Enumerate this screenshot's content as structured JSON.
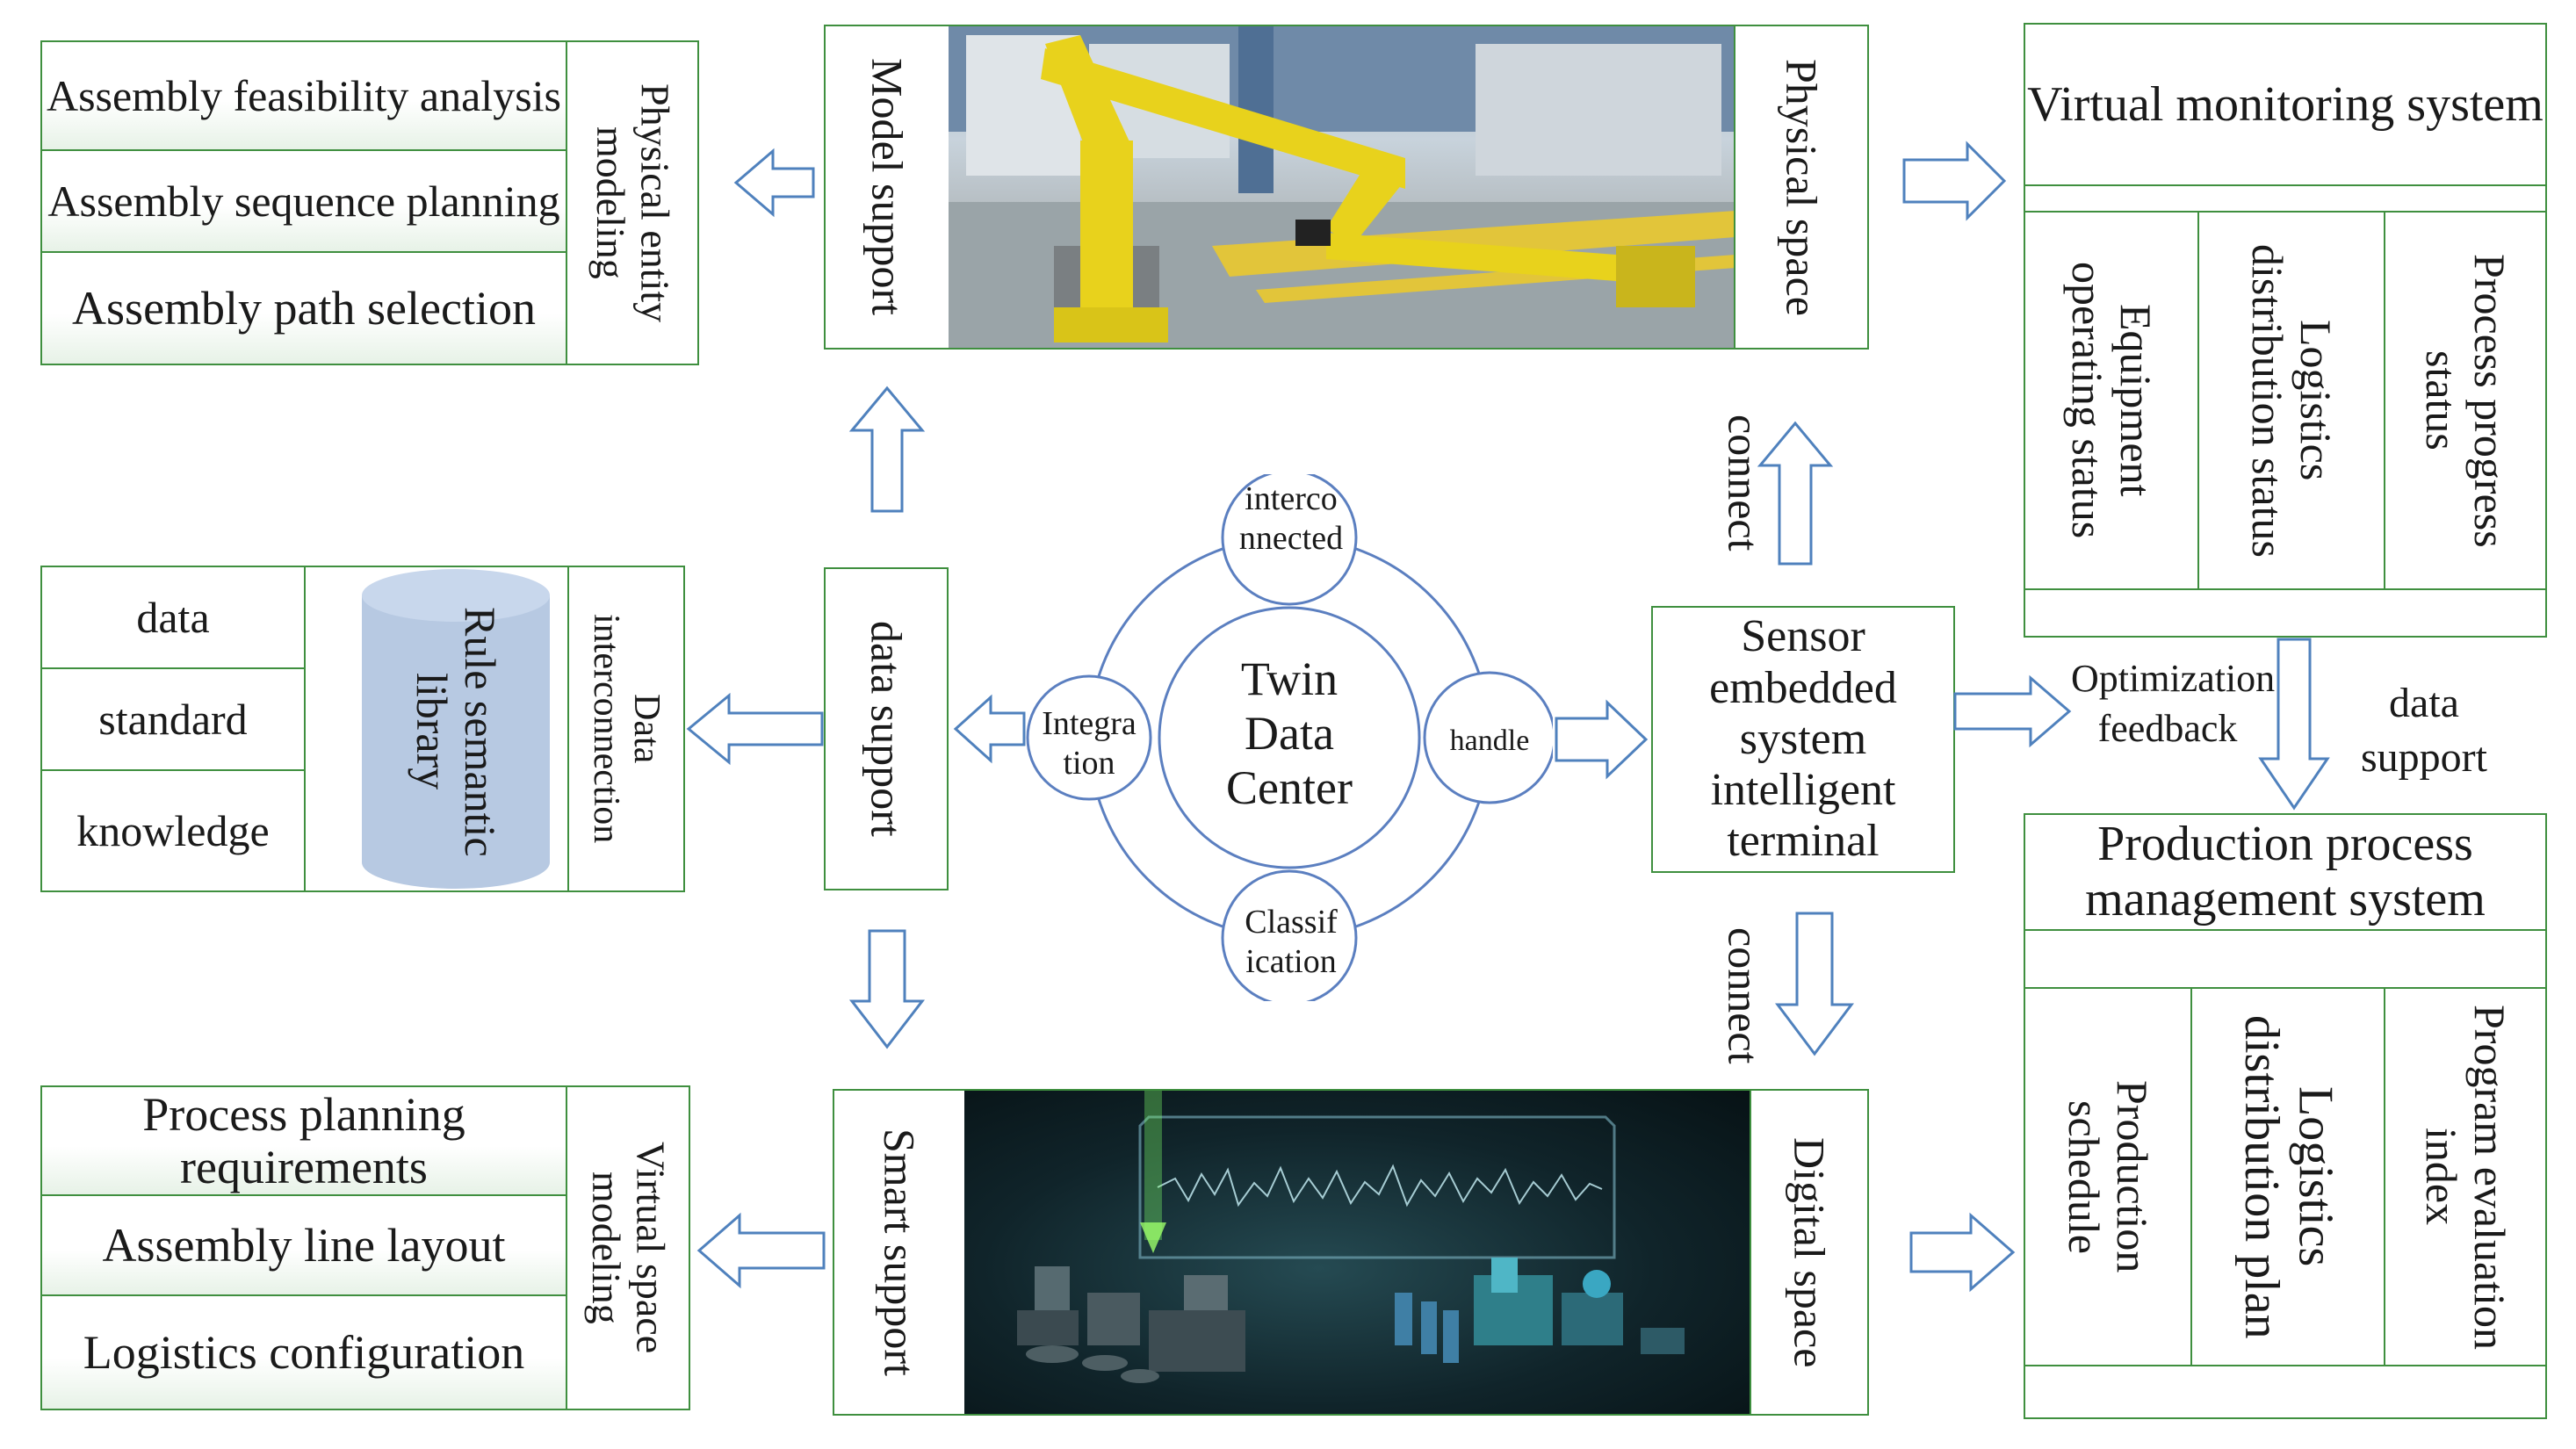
{
  "top_left": {
    "items": [
      "Assembly feasibility analysis",
      "Assembly sequence planning",
      "Assembly path selection"
    ],
    "side_label": "Physical entity modeling"
  },
  "top_center": {
    "left_label": "Model support",
    "right_label": "Physical space"
  },
  "monitoring": {
    "title": "Virtual monitoring system",
    "columns": [
      "Equipment operating status",
      "Logistics distribution status",
      "Process progress status"
    ]
  },
  "middle_left": {
    "items": [
      "data",
      "standard",
      "knowledge"
    ],
    "cylinder_label": "Rule semantic library",
    "side_label": "Data interconnection"
  },
  "data_support": "data support",
  "twin": {
    "center": "Twin Data Center",
    "top": "interconnected",
    "left": "Integration",
    "right": "handle",
    "bottom": "Classification"
  },
  "sensor": "Sensor embedded system intelligent terminal",
  "connect_top": "connect",
  "connect_bottom": "connect",
  "optimization_feedback": "Optimization feedback",
  "data_support_right": "data support",
  "production": {
    "title": "Production process management system",
    "columns": [
      "Production schedule",
      "Logistics distribution plan",
      "Program evaluation index"
    ]
  },
  "bottom_left": {
    "items": [
      "Process planning requirements",
      "Assembly line layout",
      "Logistics configuration"
    ],
    "side_label": "Virtual space modeling"
  },
  "bottom_center": {
    "left_label": "Smart support",
    "right_label": "Digital space"
  },
  "colors": {
    "border": "#3f8f3f",
    "arrow": "#4f81bd",
    "cylinder": "#b7c9e2",
    "circle": "#5b7fc0"
  }
}
